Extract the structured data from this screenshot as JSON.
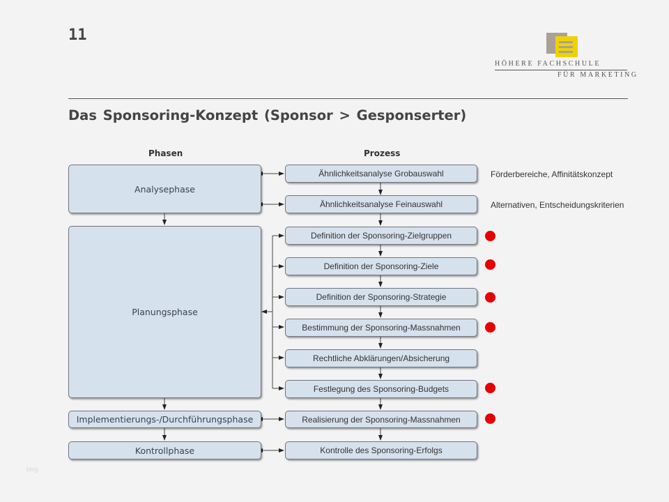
{
  "page_number": "11",
  "logo": {
    "line1": "HÖHERE FACHSCHULE",
    "line2": "FÜR MARKETING",
    "colors": {
      "gray": "#a9a196",
      "yellow": "#f0d200"
    }
  },
  "title": "Das Sponsoring-Konzept (Sponsor > Gesponserter)",
  "diagram": {
    "headers": {
      "phases": "Phasen",
      "process": "Prozess"
    },
    "phases": [
      {
        "label": "Analysephase"
      },
      {
        "label": "Planungsphase"
      },
      {
        "label": "Implementierungs-/Durchführungsphase"
      },
      {
        "label": "Kontrollphase"
      }
    ],
    "process_steps": [
      {
        "label": "Ähnlichkeitsanalyse Grobauswahl",
        "phase": "Analysephase",
        "note": "Förderbereiche, Affinitätskonzept",
        "marked": false
      },
      {
        "label": "Ähnlichkeitsanalyse Feinauswahl",
        "phase": "Analysephase",
        "note": "Alternativen, Entscheidungskriterien",
        "marked": false
      },
      {
        "label": "Definition der Sponsoring-Zielgruppen",
        "phase": "Planungsphase",
        "note": "",
        "marked": true
      },
      {
        "label": "Definition der Sponsoring-Ziele",
        "phase": "Planungsphase",
        "note": "",
        "marked": true
      },
      {
        "label": "Definition der Sponsoring-Strategie",
        "phase": "Planungsphase",
        "note": "",
        "marked": true
      },
      {
        "label": "Bestimmung der Sponsoring-Massnahmen",
        "phase": "Planungsphase",
        "note": "",
        "marked": true
      },
      {
        "label": "Rechtliche Abklärungen/Absicherung",
        "phase": "Planungsphase",
        "note": "",
        "marked": false
      },
      {
        "label": "Festlegung des Sponsoring-Budgets",
        "phase": "Planungsphase",
        "note": "",
        "marked": true
      },
      {
        "label": "Realisierung der Sponsoring-Massnahmen",
        "phase": "Implementierungs-/Durchführungsphase",
        "note": "",
        "marked": true
      },
      {
        "label": "Kontrolle des Sponsoring-Erfolgs",
        "phase": "Kontrollphase",
        "note": "",
        "marked": false
      }
    ],
    "marker_color": "#e60000",
    "box_fill": "#d6e1ee"
  },
  "watermark": "blog"
}
